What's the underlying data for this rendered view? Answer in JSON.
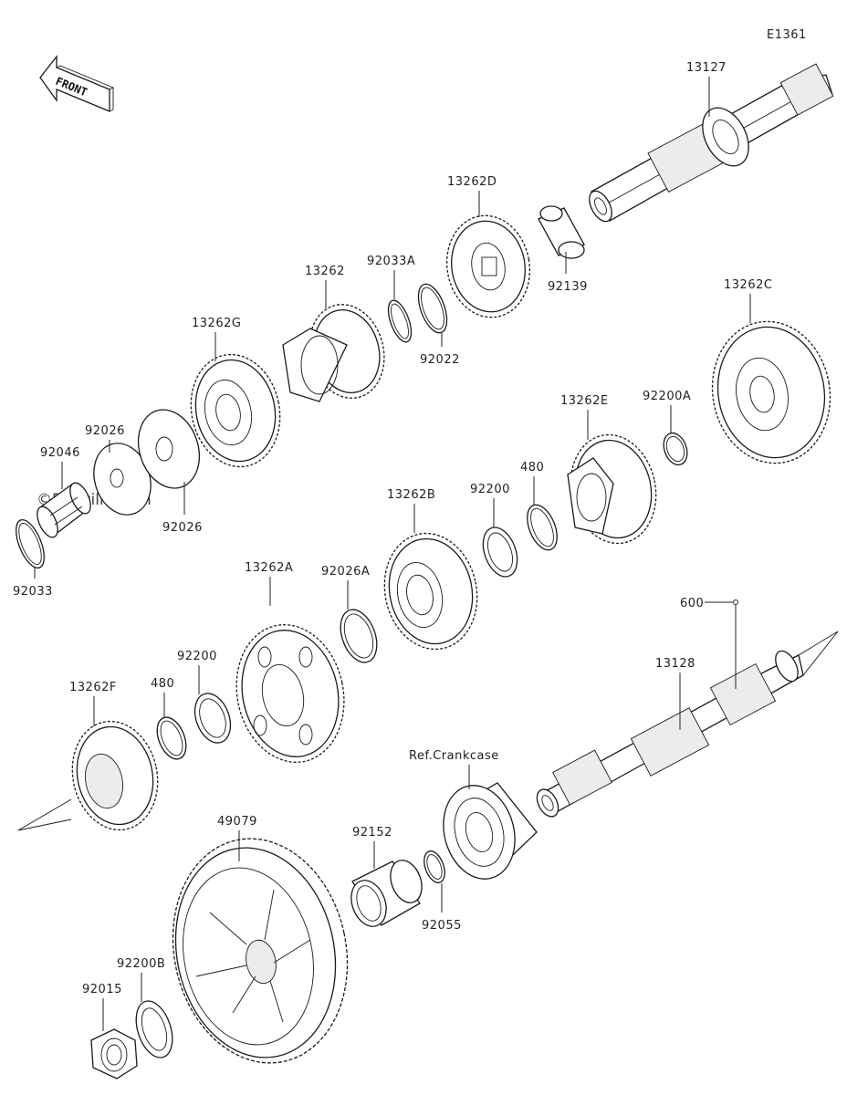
{
  "diagram": {
    "code": "E1361",
    "watermark": "©Partzilla.com",
    "front_label": "FRONT",
    "parts": [
      {
        "id": "13127"
      },
      {
        "id": "13262D"
      },
      {
        "id": "92139"
      },
      {
        "id": "92033A"
      },
      {
        "id": "92022"
      },
      {
        "id": "13262"
      },
      {
        "id": "13262G"
      },
      {
        "id": "13262C"
      },
      {
        "id": "92200A"
      },
      {
        "id": "13262E"
      },
      {
        "id": "480"
      },
      {
        "id": "92200"
      },
      {
        "id": "13262B"
      },
      {
        "id": "92026"
      },
      {
        "id": "92026"
      },
      {
        "id": "92046"
      },
      {
        "id": "92033"
      },
      {
        "id": "13262A"
      },
      {
        "id": "92026A"
      },
      {
        "id": "92200"
      },
      {
        "id": "480"
      },
      {
        "id": "13262F"
      },
      {
        "id": "600"
      },
      {
        "id": "13128"
      },
      {
        "id": "Ref.Crankcase"
      },
      {
        "id": "92152"
      },
      {
        "id": "92055"
      },
      {
        "id": "49079"
      },
      {
        "id": "92200B"
      },
      {
        "id": "92015"
      }
    ]
  }
}
